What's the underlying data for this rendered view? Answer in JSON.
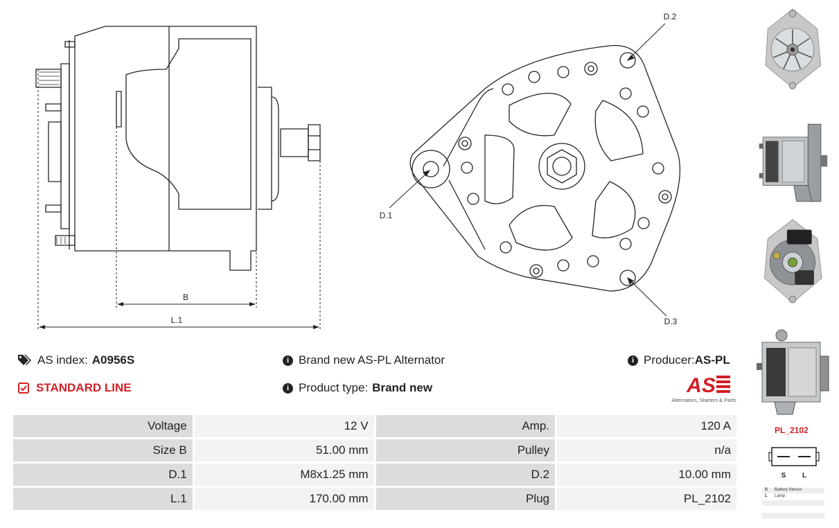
{
  "drawing": {
    "label_b": "B",
    "label_l1": "L.1",
    "label_d1": "D.1",
    "label_d2": "D.2",
    "label_d3": "D.3"
  },
  "info": {
    "as_index_label": "AS index:",
    "as_index_value": "A0956S",
    "line": "STANDARD LINE",
    "description": "Brand new AS-PL Alternator",
    "product_type_label": "Product type:",
    "product_type_value": "Brand new",
    "producer_label": "Producer:",
    "producer_value": "AS-PL"
  },
  "logo": {
    "mark": "AS",
    "tagline": "Alternators, Starters & Parts",
    "color": "#d21f26"
  },
  "specs": [
    {
      "k1": "Voltage",
      "v1": "12 V",
      "k2": "Amp.",
      "v2": "120 A"
    },
    {
      "k1": "Size B",
      "v1": "51.00 mm",
      "k2": "Pulley",
      "v2": "n/a"
    },
    {
      "k1": "D.1",
      "v1": "M8x1.25 mm",
      "k2": "D.2",
      "v2": "10.00 mm"
    },
    {
      "k1": "L.1",
      "v1": "170.00 mm",
      "k2": "Plug",
      "v2": "PL_2102"
    }
  ],
  "plug": {
    "name": "PL_2102",
    "pin_s": "S",
    "pin_l": "L",
    "legend": [
      {
        "code": "S",
        "desc": "Battery Sensor"
      },
      {
        "code": "L",
        "desc": "Lamp"
      }
    ]
  },
  "icons": [
    "tags-icon",
    "check-square-icon",
    "info-icon"
  ]
}
